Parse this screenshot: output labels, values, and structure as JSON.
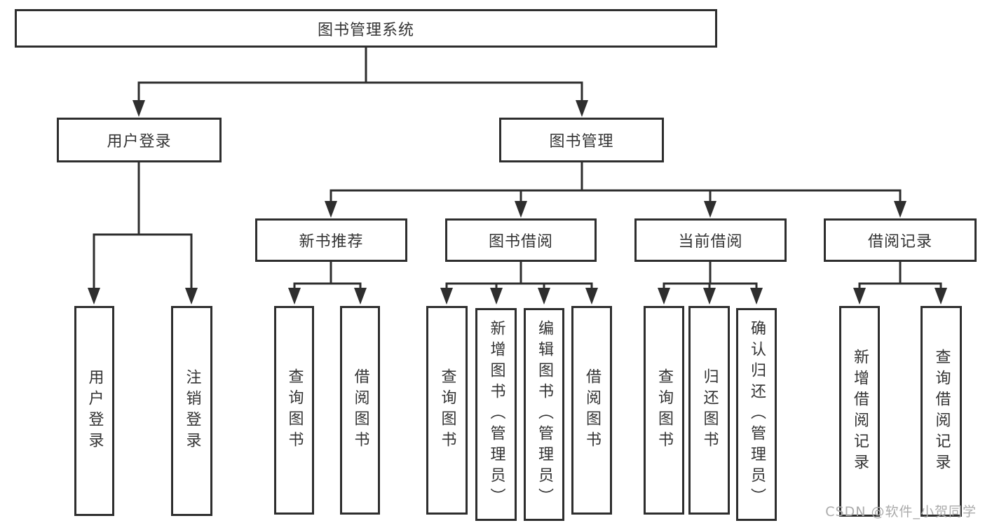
{
  "diagram": {
    "root": {
      "label": "图书管理系统"
    },
    "branches": [
      {
        "label": "用户登录",
        "children": [
          {
            "label": "用户登录"
          },
          {
            "label": "注销登录"
          }
        ]
      },
      {
        "label": "图书管理",
        "sections": [
          {
            "label": "新书推荐",
            "children": [
              {
                "label": "查询图书"
              },
              {
                "label": "借阅图书"
              }
            ]
          },
          {
            "label": "图书借阅",
            "children": [
              {
                "label": "查询图书"
              },
              {
                "label": "新增图书（管理员）"
              },
              {
                "label": "编辑图书（管理员）"
              },
              {
                "label": "借阅图书"
              }
            ]
          },
          {
            "label": "当前借阅",
            "children": [
              {
                "label": "查询图书"
              },
              {
                "label": "归还图书"
              },
              {
                "label": "确认归还（管理员）"
              }
            ]
          },
          {
            "label": "借阅记录",
            "children": [
              {
                "label": "新增借阅记录"
              },
              {
                "label": "查询借阅记录"
              }
            ]
          }
        ]
      }
    ]
  },
  "watermark": {
    "text": "CSDN @软件_小贺同学"
  },
  "colors": {
    "line": "#2e2e2e",
    "text": "#333333",
    "watermark": "#ababab",
    "background": "#ffffff"
  }
}
